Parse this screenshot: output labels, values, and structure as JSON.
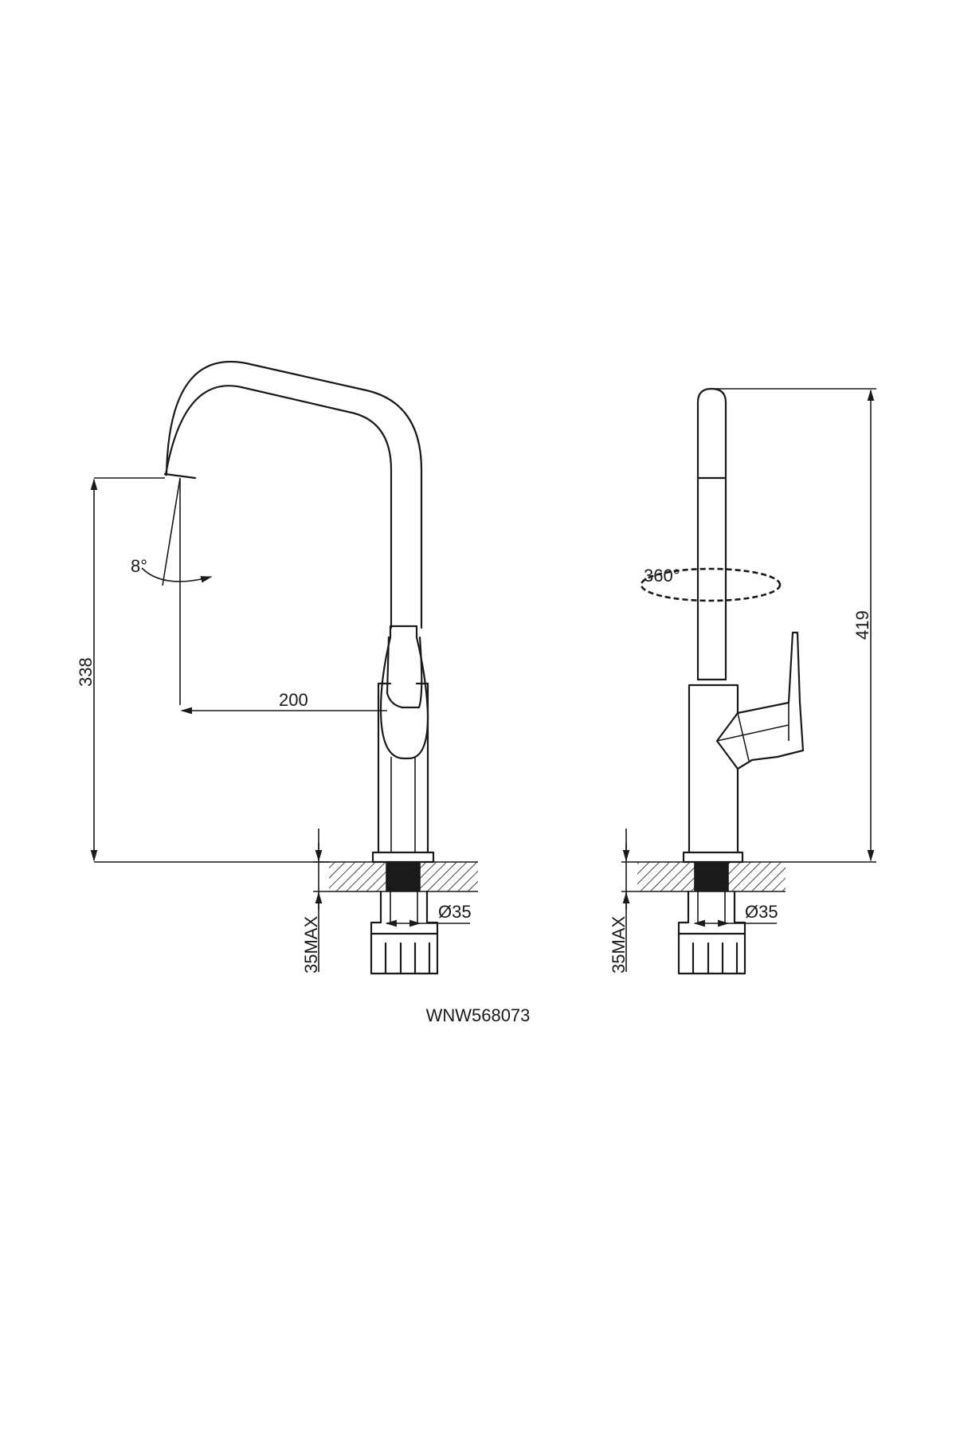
{
  "drawing": {
    "model_code": "WNW568073",
    "front_view": {
      "height_label": "338",
      "reach_label": "200",
      "tilt_label": "8°",
      "hole_diameter_label": "Ø35",
      "deck_thickness_label": "35MAX"
    },
    "side_view": {
      "height_label": "419",
      "swivel_label": "360°",
      "hole_diameter_label": "Ø35",
      "deck_thickness_label": "35MAX"
    }
  },
  "colors": {
    "line": "#1a1a1a",
    "background": "#ffffff"
  }
}
